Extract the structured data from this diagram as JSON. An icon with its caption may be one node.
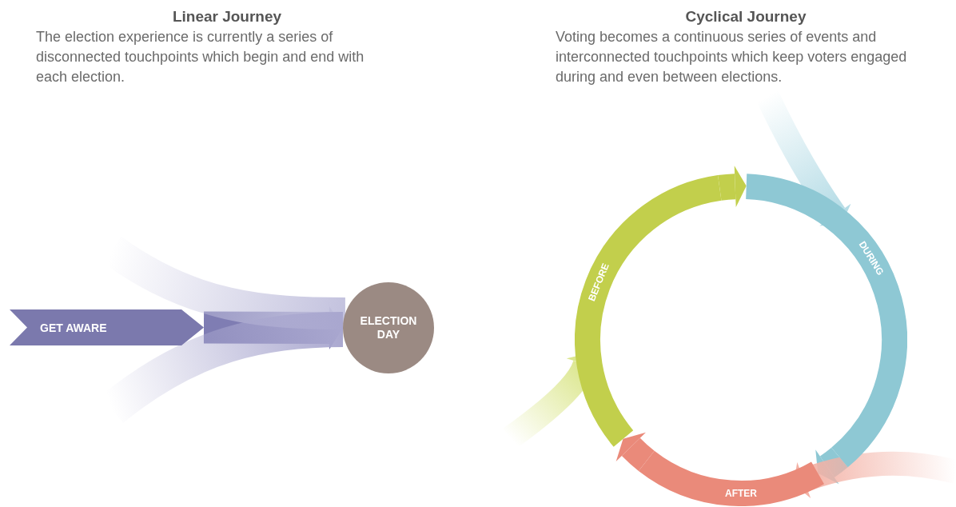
{
  "diagram": {
    "nodes": [
      {
        "text": [
          "GET AWARE"
        ]
      },
      {
        "text": [
          "ELECTION DAY"
        ]
      },
      {
        "text": [
          "BEFORE"
        ]
      },
      {
        "text": [
          "DURING"
        ]
      },
      {
        "text": [
          "AFTER"
        ]
      }
    ],
    "edges": [
      {
        "from": 0,
        "to": 1,
        "arrow": "to",
        "color": "#7f7db3"
      },
      {
        "from": null,
        "to": 1,
        "arrow": "none",
        "color": "#c3c2de"
      },
      {
        "from": null,
        "to": 1,
        "arrow": "none",
        "color": "#a9a7cf"
      },
      {
        "from": 2,
        "to": 3,
        "arrow": "to",
        "color": "#c2cf4c"
      },
      {
        "from": 3,
        "to": 4,
        "arrow": "to",
        "color": "#8ec8d4"
      },
      {
        "from": 4,
        "to": 2,
        "arrow": "to",
        "color": "#ea8a7a"
      },
      {
        "from": null,
        "to": 3,
        "arrow": "to",
        "color": "#b5dce6"
      },
      {
        "from": null,
        "to": 2,
        "arrow": "to",
        "color": "#dbe68c"
      },
      {
        "from": null,
        "to": 4,
        "arrow": "to",
        "color": "#f3b2a6"
      }
    ],
    "labels": [
      "Linear Journey",
      "The election experience is currently a series of disconnected touchpoints which begin and end with each election.",
      "Cyclical Journey",
      "Voting becomes a continuous series of events and interconnected touchpoints which keep voters engaged during and even between elections."
    ]
  }
}
